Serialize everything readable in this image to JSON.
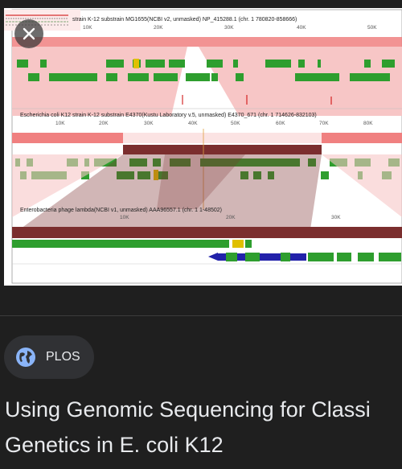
{
  "viewer": {
    "close_icon": "close-icon",
    "tracks": [
      {
        "label": "strain K-12 substrain MG1655(NCBI v2, unmasked) NP_415288.1 (chr. 1 780820-858666)",
        "ticks": [
          "10K",
          "20K",
          "30K",
          "40K",
          "50K"
        ]
      },
      {
        "label": "Escherichia coli K12 strain K-12 substrain E4370(Kustu Laboratory v.5, unmasked) E4370_671 (chr. 1 714626-832103)",
        "ticks": [
          "10K",
          "20K",
          "30K",
          "40K",
          "50K",
          "60K",
          "70K",
          "80K"
        ]
      },
      {
        "label": "Enterobacteria phage lambda(NCBI v1, unmasked) AAA96557.1 (chr. 1 1-48502)",
        "ticks": [
          "10K",
          "20K",
          "30K"
        ]
      }
    ],
    "colors": {
      "synteny_pink": "#f7c6c6",
      "synteny_bar": "#f08080",
      "insertion_dark": "#7b2e2e",
      "gene_green": "#2e9e2e",
      "gene_yellow": "#e0c000",
      "gene_blue": "#2222aa"
    }
  },
  "source": {
    "icon": "globe-icon",
    "name": "PLOS"
  },
  "title": {
    "line1": "Using Genomic Sequencing for Classi",
    "line2": "Genetics in E. coli K12"
  }
}
